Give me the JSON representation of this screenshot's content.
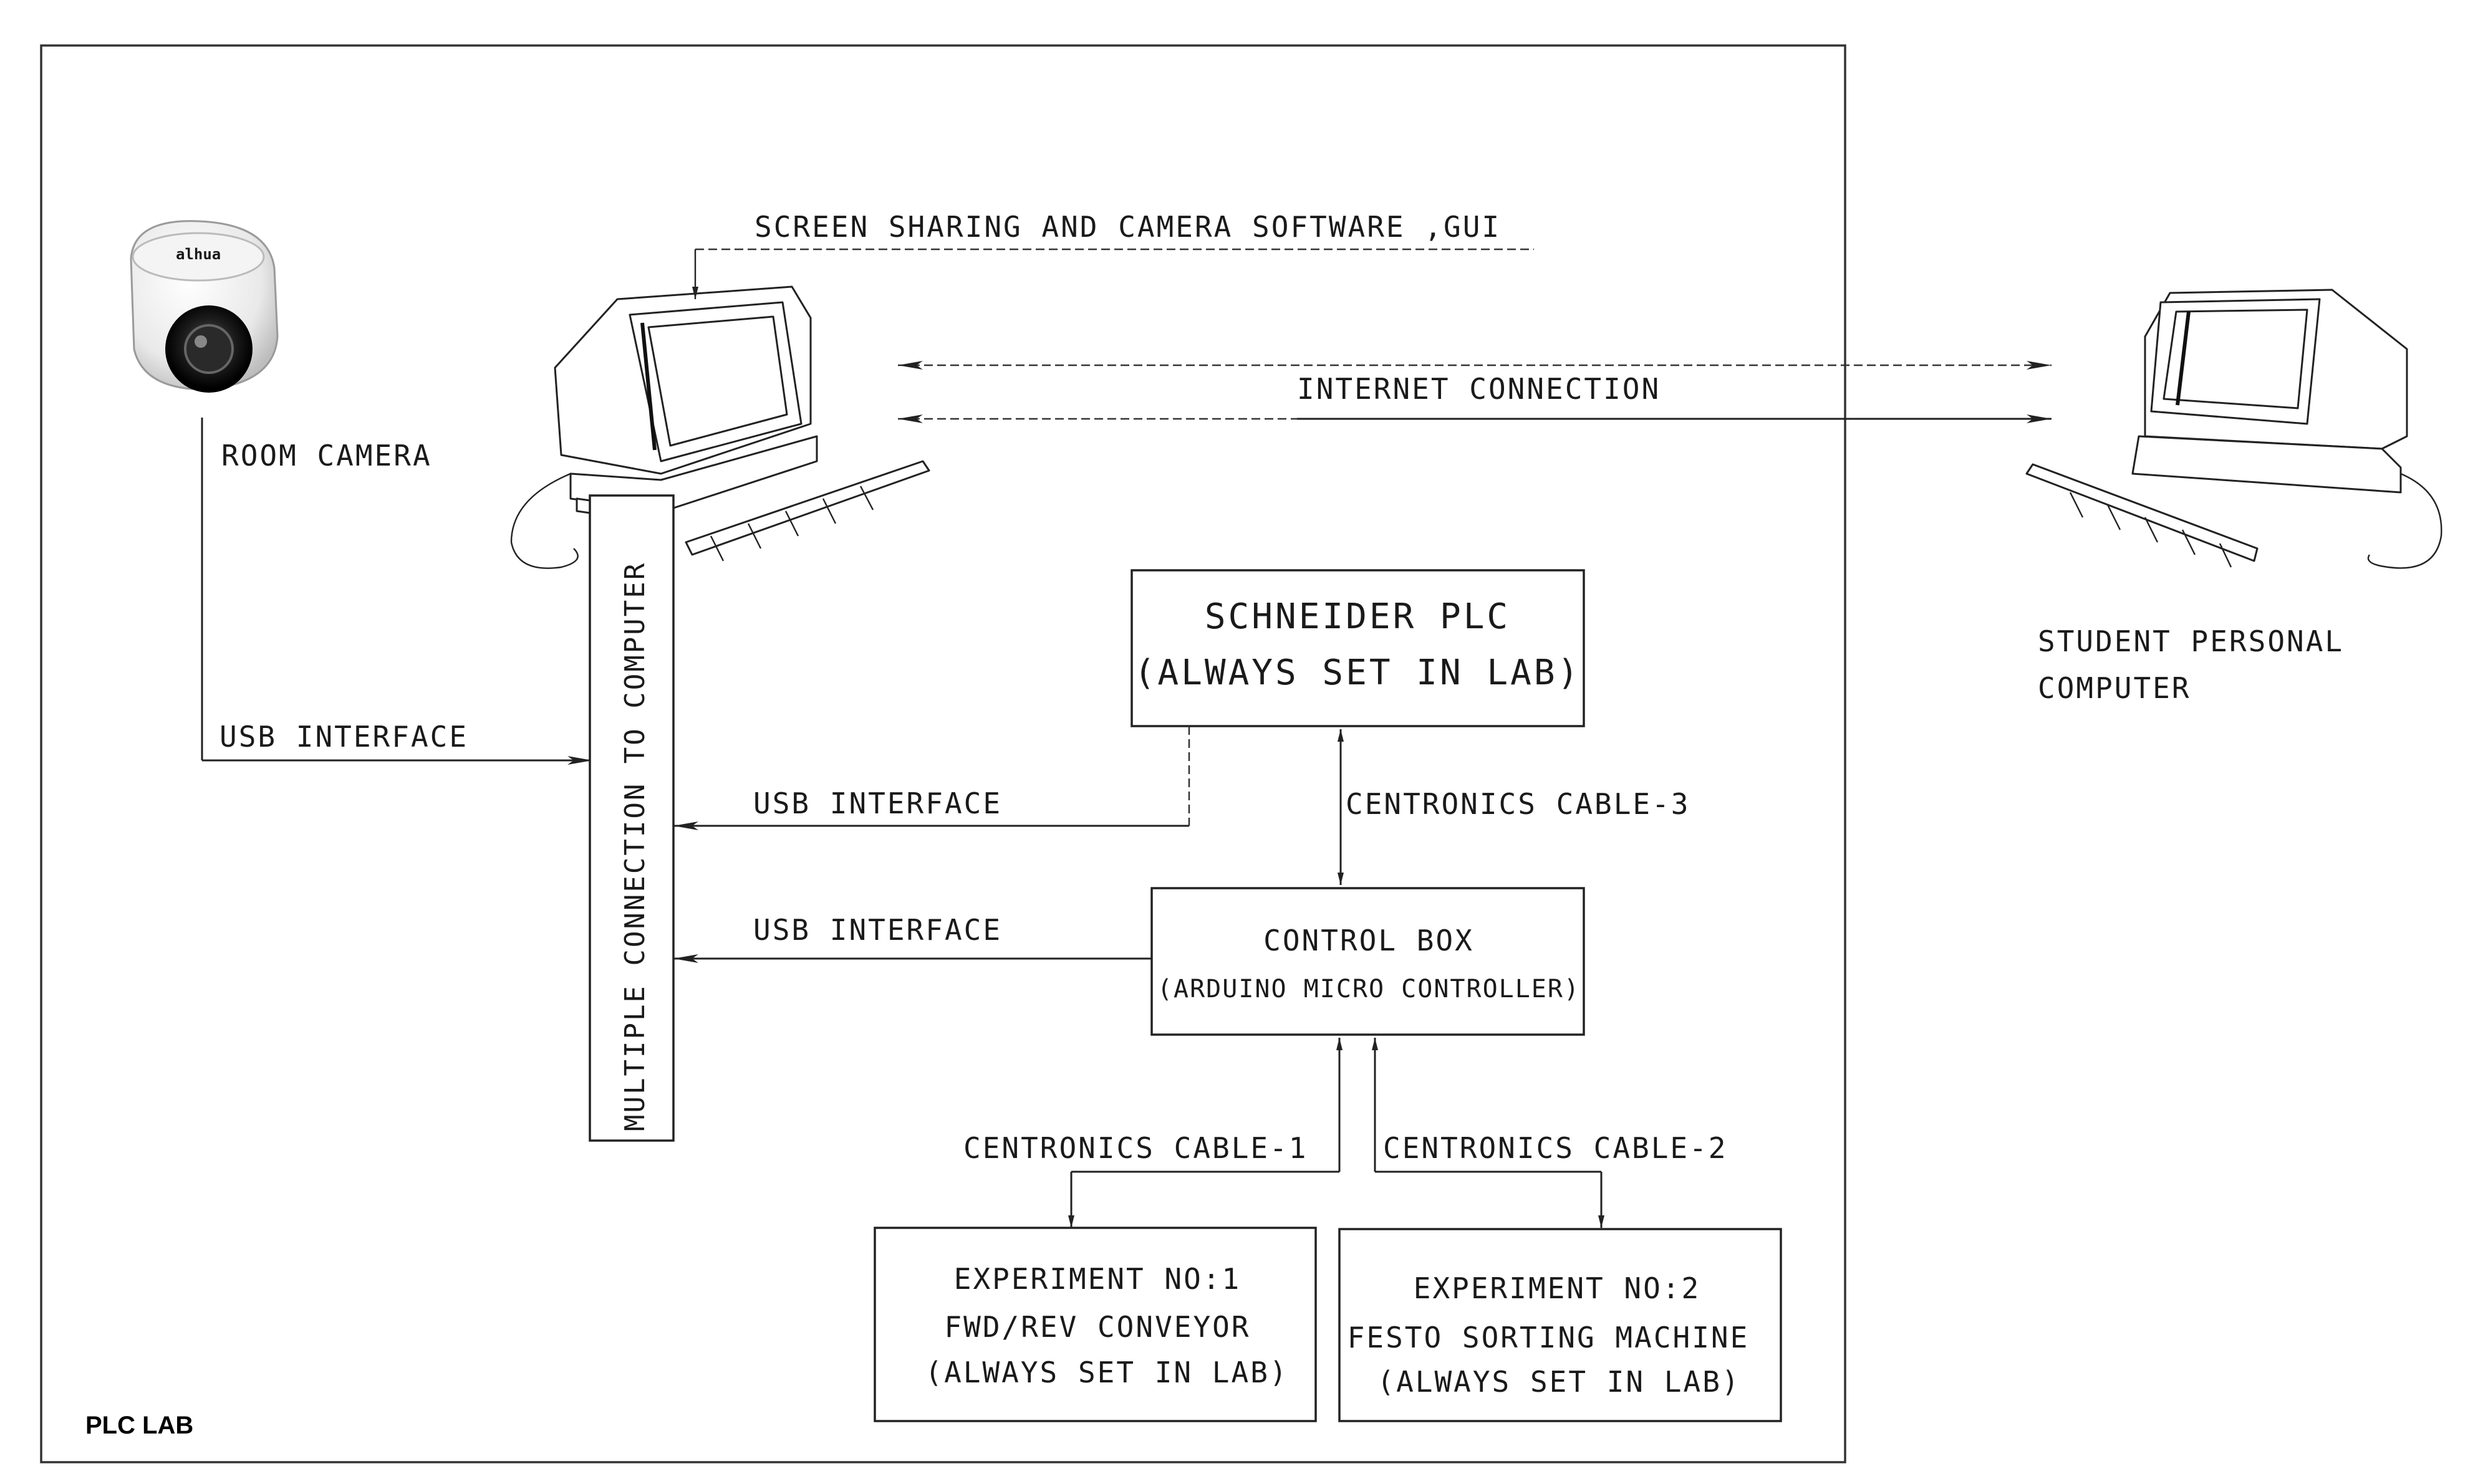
{
  "labels": {
    "room_camera": "ROOM CAMERA",
    "camera_brand": "alhua",
    "screen_sharing": "SCREEN SHARING  AND CAMERA SOFTWARE ,GUI",
    "internet": "INTERNET CONNECTION",
    "usb_camera": "USB INTERFACE",
    "usb_plc": "USB INTERFACE",
    "usb_control": "USB INTERFACE",
    "multiple": "MULTIPLE CONNECTION TO COMPUTER",
    "student_line1": "STUDENT PERSONAL",
    "student_line2": "COMPUTER",
    "cable3": "CENTRONICS CABLE-3",
    "cable1": "CENTRONICS CABLE-1",
    "cable2": "CENTRONICS CABLE-2",
    "plc_lab": "PLC LAB"
  },
  "plc": {
    "line1": "SCHNEIDER  PLC",
    "line2": "(ALWAYS SET IN LAB)"
  },
  "control_box": {
    "line1": "CONTROL BOX",
    "line2": "(ARDUINO MICRO CONTROLLER)"
  },
  "exp1": {
    "line1": "EXPERIMENT NO:1",
    "line2": "FWD/REV CONVEYOR",
    "line3": "(ALWAYS SET IN LAB)"
  },
  "exp2": {
    "line1": "EXPERIMENT NO:2",
    "line2": "FESTO SORTING MACHINE",
    "line3": "(ALWAYS SET IN LAB)"
  }
}
